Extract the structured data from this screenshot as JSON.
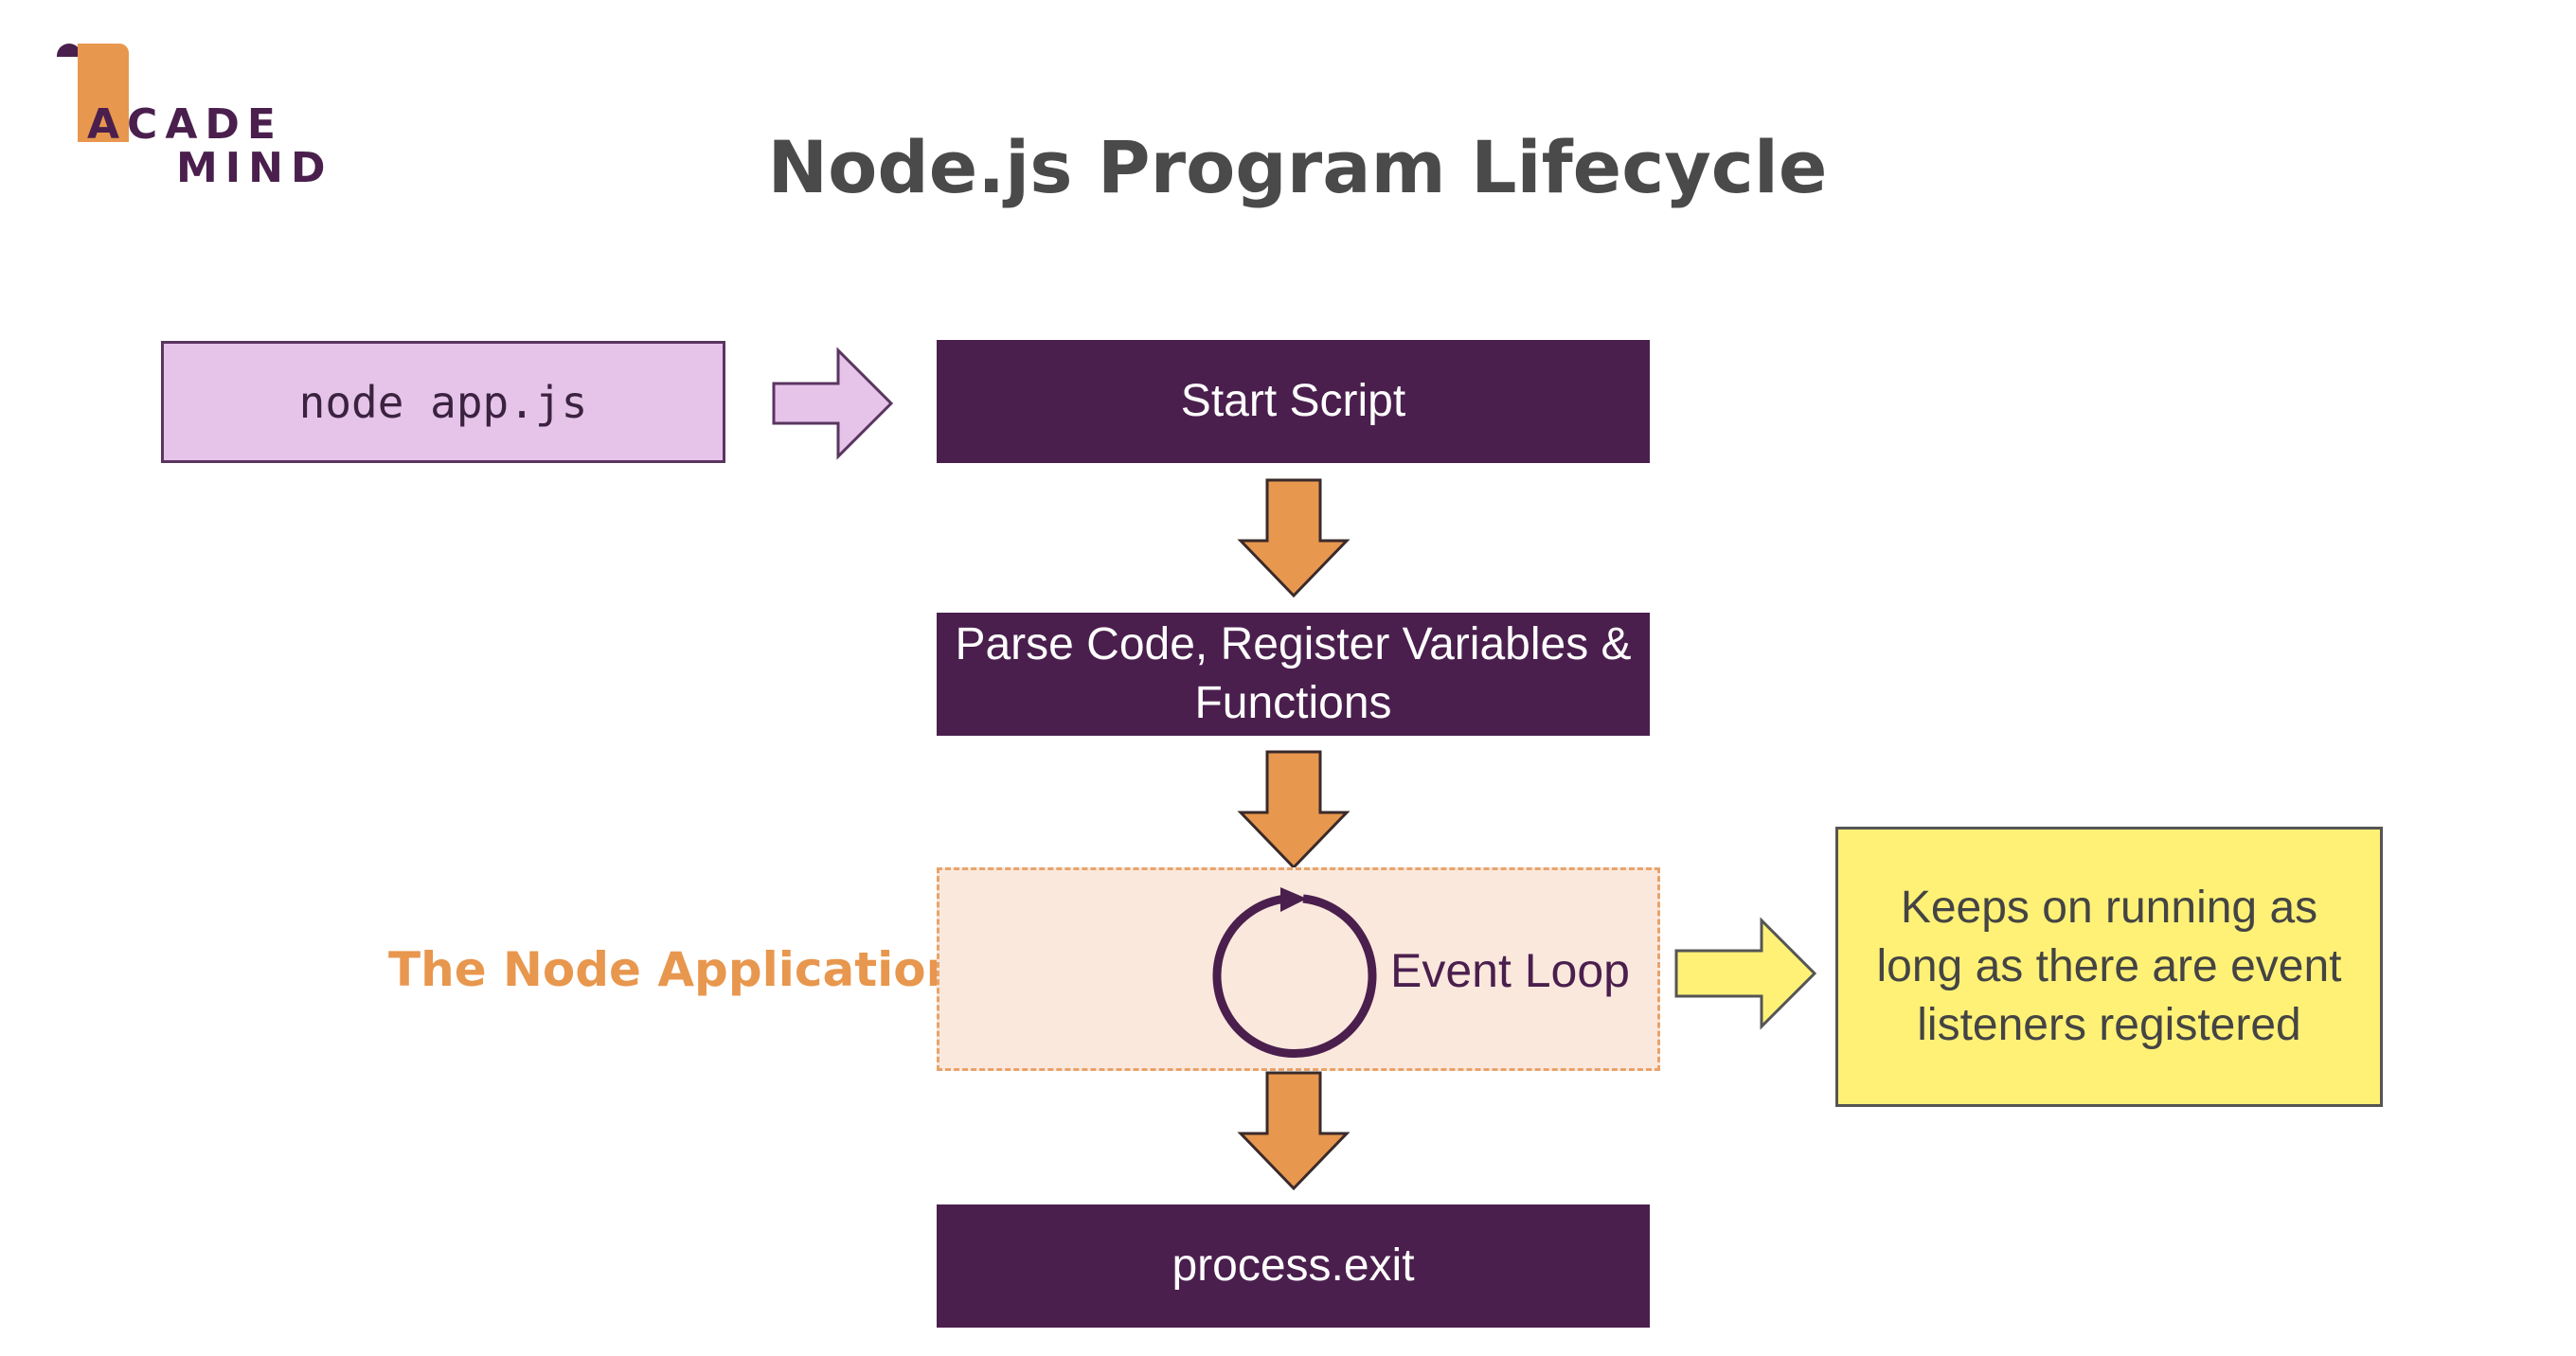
{
  "logo": {
    "line1": "ACADE",
    "line2": "MIND"
  },
  "title": "Node.js Program Lifecycle",
  "command": "node app.js",
  "steps": {
    "start": "Start Script",
    "parse": "Parse Code, Register Variables & Functions",
    "event_loop": "Event Loop",
    "exit": "process.exit"
  },
  "app_label": "The Node Application",
  "note": "Keeps on running as long as there are event listeners registered",
  "colors": {
    "purple": "#4a1f4d",
    "orange": "#e8974e",
    "pink": "#e6c4ea",
    "yellow": "#fff176",
    "loop_bg": "#fbe8dd",
    "title": "#4a4a4a"
  },
  "icons": {
    "command_arrow": "arrow-right-icon",
    "flow_arrow": "arrow-down-icon",
    "loop": "cycle-icon",
    "note_arrow": "arrow-right-icon"
  }
}
